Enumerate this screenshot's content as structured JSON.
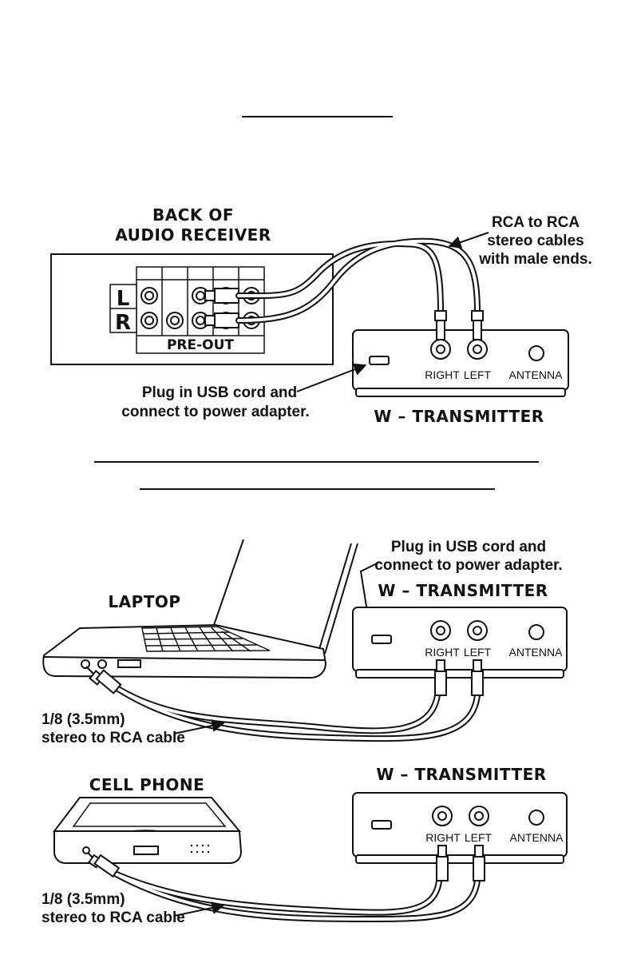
{
  "receiver": {
    "title_line1": "BACK OF",
    "title_line2": "AUDIO RECEIVER",
    "channel_left": "L",
    "channel_right": "R",
    "preout_label": "PRE-OUT"
  },
  "cables_note": {
    "line1": "RCA to RCA",
    "line2": "stereo cables",
    "line3": "with male ends."
  },
  "usb_note": {
    "line1": "Plug in USB cord and",
    "line2": "connect to power adapter."
  },
  "transmitter": {
    "title": "W – TRANSMITTER",
    "right_label": "RIGHT",
    "left_label": "LEFT",
    "antenna_label": "ANTENNA"
  },
  "laptop": {
    "title": "LAPTOP",
    "cable_line1": "1/8 (3.5mm)",
    "cable_line2": "stereo to RCA cable"
  },
  "phone": {
    "title": "CELL PHONE",
    "cable_line1": "1/8 (3.5mm)",
    "cable_line2": "stereo to RCA cable"
  }
}
